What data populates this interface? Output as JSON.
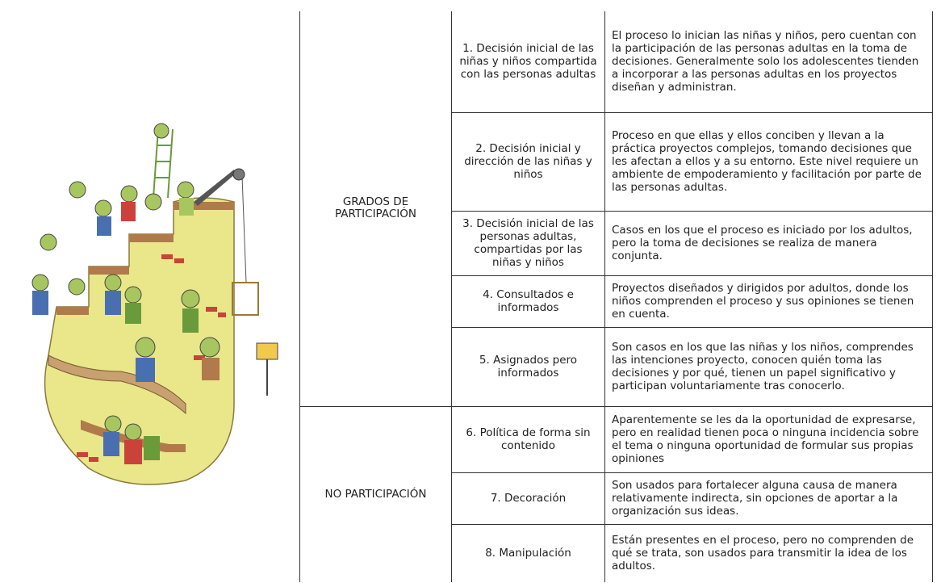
{
  "groups": {
    "participacion": "GRADOS DE PARTICIPACIÓN",
    "no_participacion": "NO PARTICIPACIÓN"
  },
  "rows": [
    {
      "level": "1. Decisión inicial de las niñas y niños compartida con las personas adultas",
      "description": "El proceso lo inician las niñas y niños, pero cuentan con la participación de las personas adultas en la toma de decisiones. Generalmente solo los adolescentes tienden a incorporar a las personas adultas en los proyectos diseñan y administran."
    },
    {
      "level": "2. Decisión inicial y dirección de las niñas y niños",
      "description": "Proceso en que ellas y ellos conciben y llevan a la práctica proyectos complejos, tomando decisiones que les afectan a ellos y a su entorno. Este nivel requiere un ambiente de empoderamiento y facilitación por parte de las personas adultas."
    },
    {
      "level": "3. Decisión inicial de las personas adultas, compartidas por las niñas y niños",
      "description": "Casos en los que el proceso es iniciado por los adultos, pero la toma de decisiones se realiza de manera conjunta."
    },
    {
      "level": "4. Consultados e informados",
      "description": "Proyectos diseñados y dirigidos por adultos, donde los niños comprenden el proceso y sus opiniones se tienen en cuenta."
    },
    {
      "level": "5. Asignados pero informados",
      "description": "Son casos en los que las niñas y los niños, comprendes las intenciones proyecto, conocen quién toma las decisiones y por qué, tienen un papel significativo y participan voluntariamente tras conocerlo."
    },
    {
      "level": "6. Política de forma sin contenido",
      "description": "Aparentemente se les da la oportunidad de expresarse, pero en realidad tienen poca o ninguna incidencia sobre el tema o ninguna oportunidad de formular sus propias opiniones"
    },
    {
      "level": "7. Decoración",
      "description": "Son usados para fortalecer alguna causa de manera relativamente indirecta, sin opciones de aportar a la organización sus ideas."
    },
    {
      "level": "8. Manipulación",
      "description": "Están presentes en el proceso, pero no comprenden de qué se trata, son usados para transmitir la idea de los adultos."
    }
  ],
  "colors": {
    "wall_yellow": "#e9e78a",
    "stair_brown": "#b07a4a",
    "brick_red": "#c9433a",
    "figure_green": "#a8c660",
    "figure_blue": "#4a6fb0"
  }
}
